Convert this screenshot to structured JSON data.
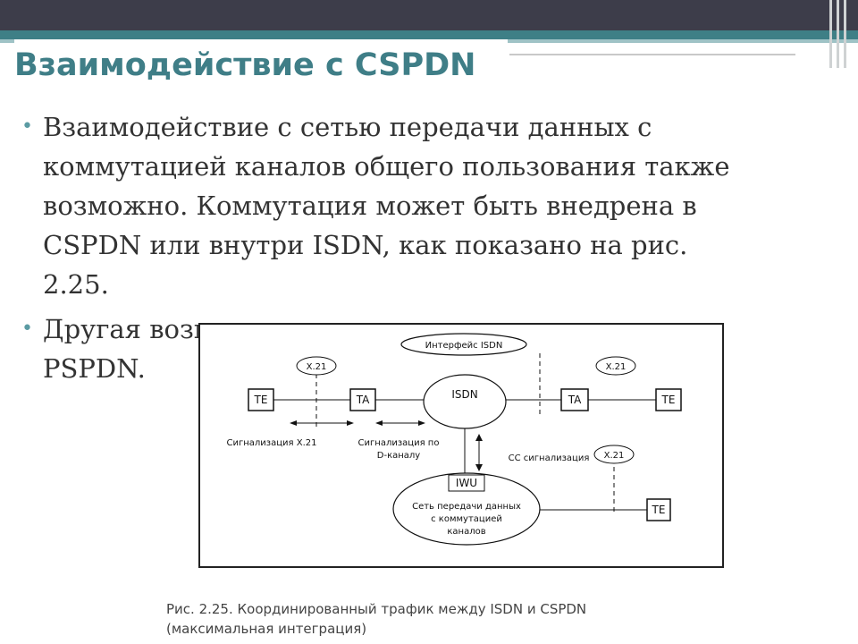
{
  "slide": {
    "title": "Взаимодействие с CSPDN",
    "bullets": [
      "Взаимодействие с сетью передачи данных с коммутацией каналов общего пользования также возможно. Коммутация может быть внедрена в CSPDN или внутри ISDN, как показано на рис. 2.25.",
      "Другая возм…",
      "PSPDN."
    ],
    "caption_line1": "Рис. 2.25. Координированный трафик между ISDN и CSPDN",
    "caption_line2": "(максимальная интеграция)"
  },
  "diagram": {
    "interface_label": "Интерфейс ISDN",
    "x21_label": "X.21",
    "te_label": "TE",
    "ta_label": "TA",
    "isdn_label": "ISDN",
    "iwu_label": "IWU",
    "csnet_line1": "Сеть передачи данных",
    "csnet_line2": "с коммутацией",
    "csnet_line3": "каналов",
    "sig_x21": "Сигнализация X.21",
    "sig_d1": "Сигнализация по",
    "sig_d2": "D-каналу",
    "sig_cc": "СС сигнализация"
  },
  "colors": {
    "title": "#3f7e87",
    "top_bar": "#3d3d4a",
    "accent_teal": "#3e7f86",
    "body_text": "#333333"
  }
}
